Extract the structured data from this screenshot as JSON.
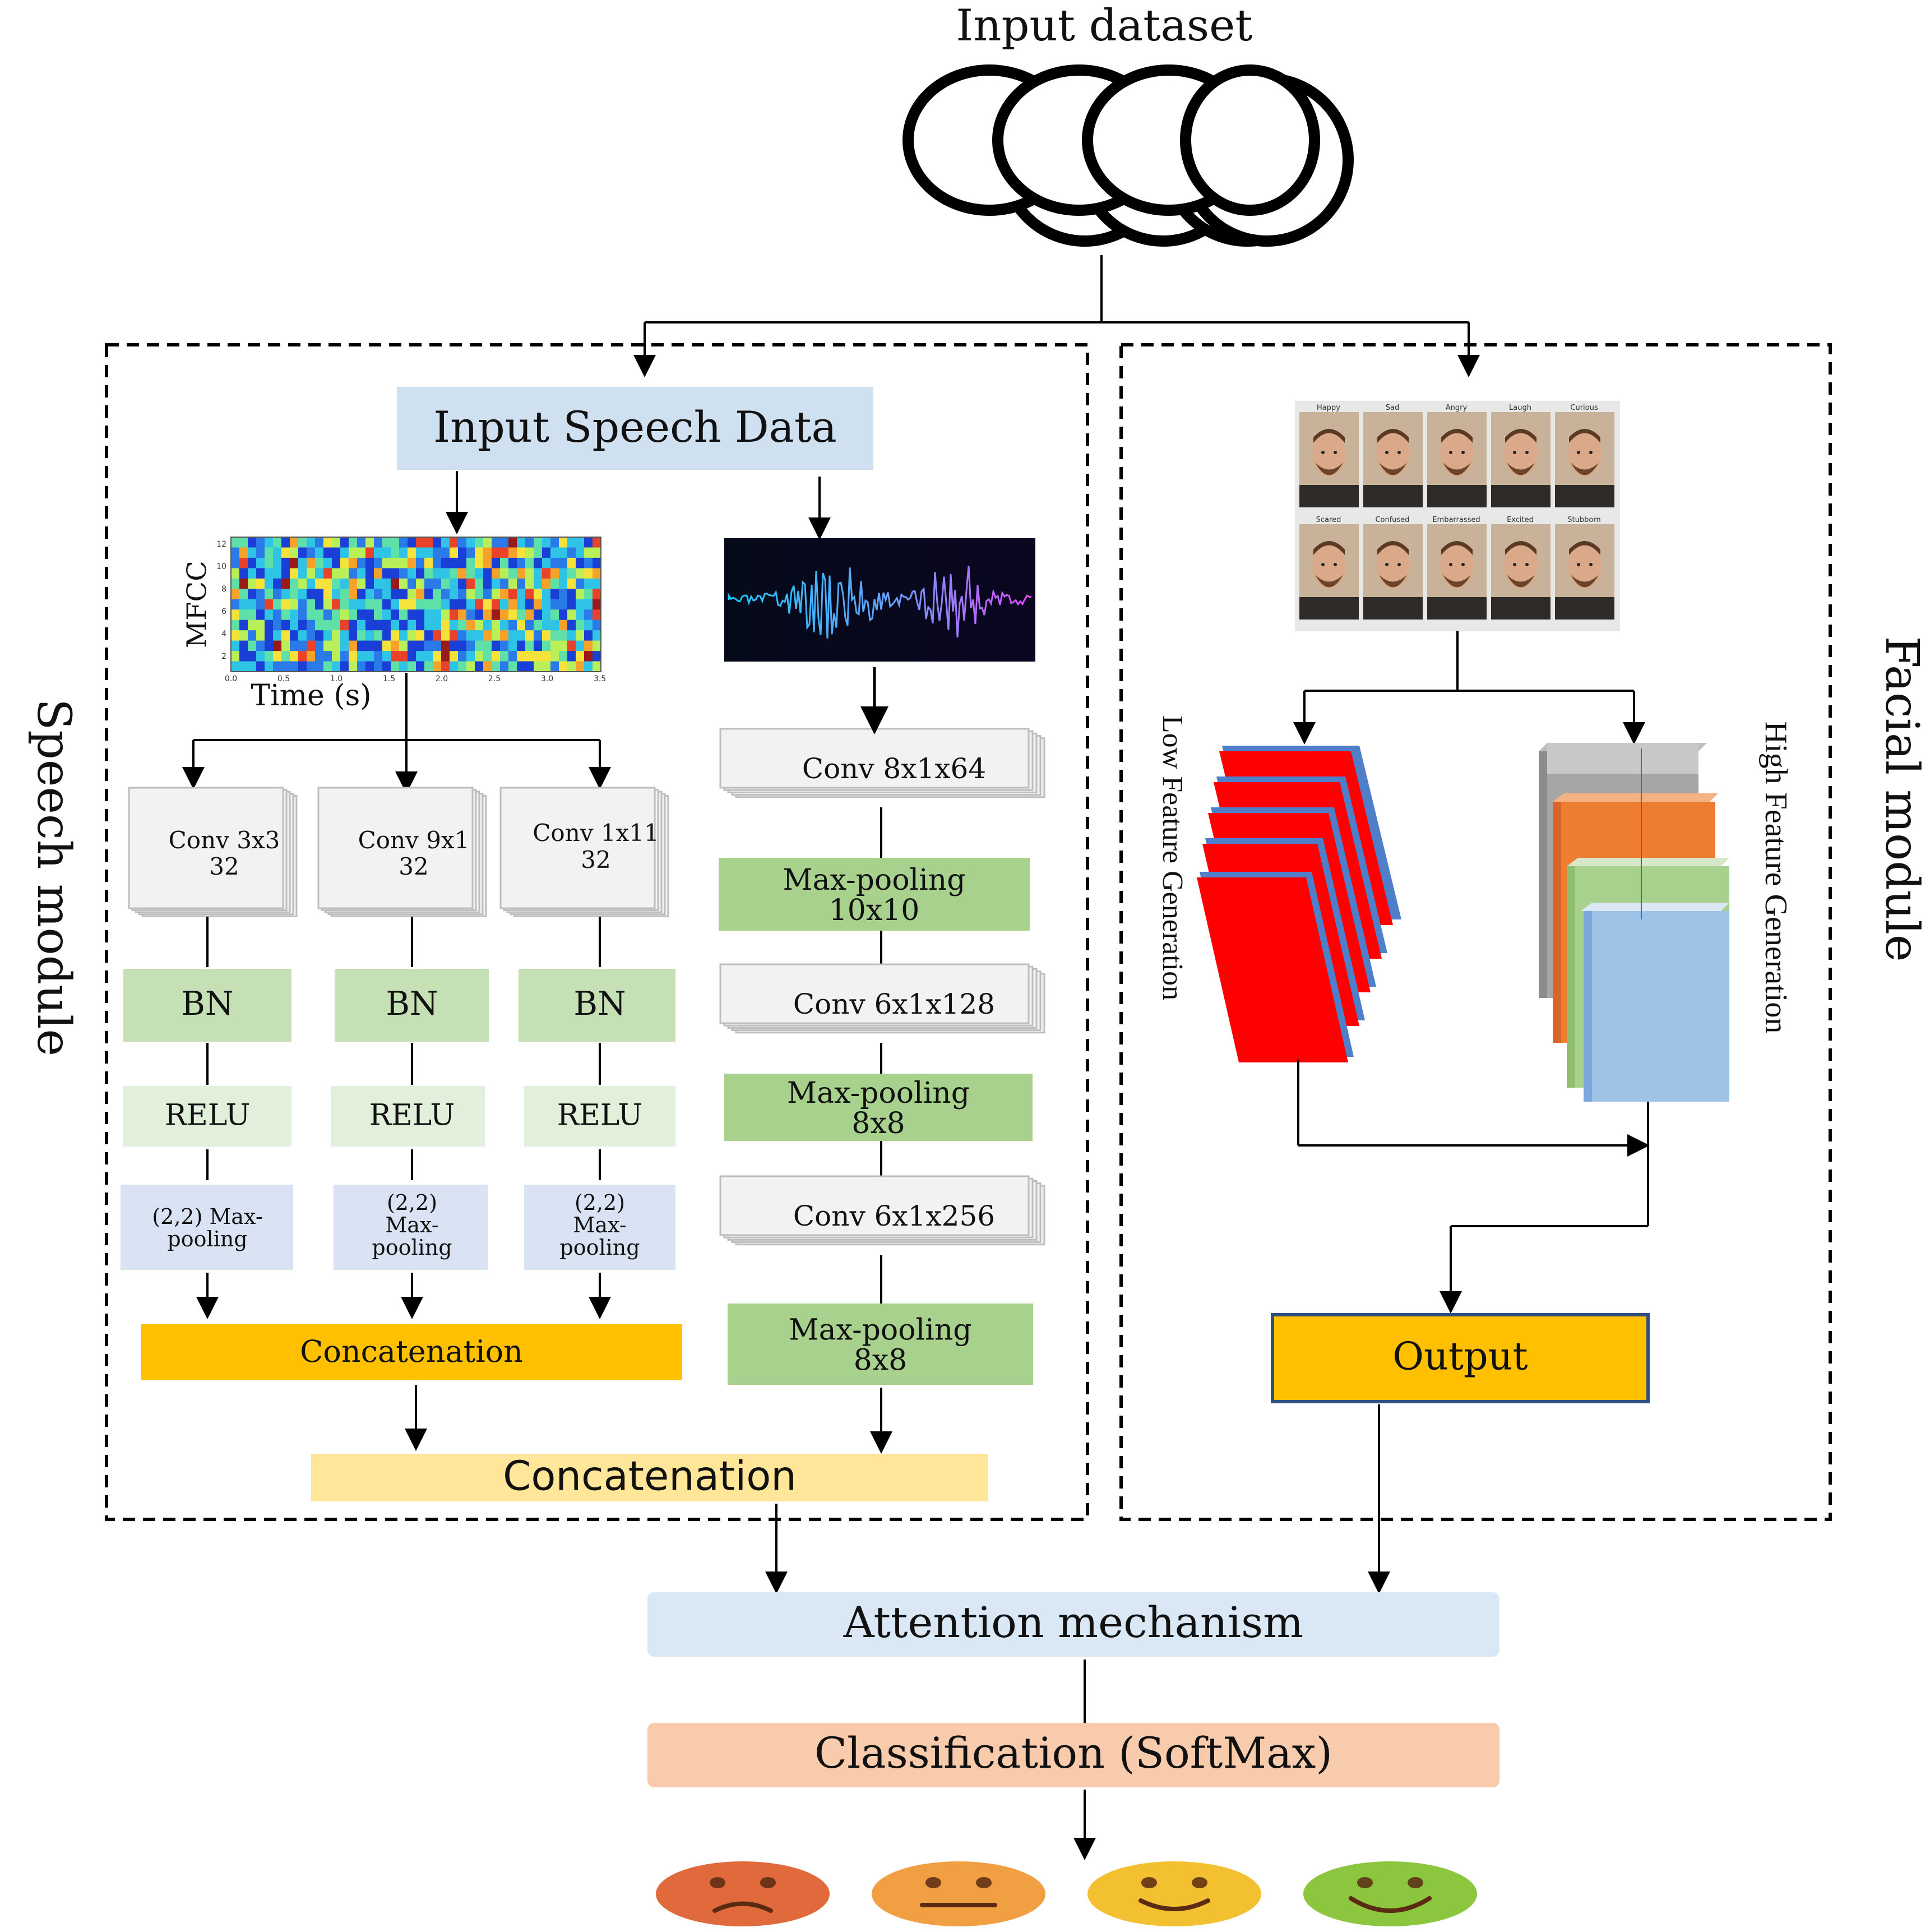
{
  "title": "Input dataset",
  "speech_module": {
    "label": "Speech module",
    "input": "Input Speech Data",
    "mfcc": {
      "ylabel": "MFCC",
      "xlabel": "Time (s)",
      "yticks": [
        "12",
        "10",
        "8",
        "6",
        "4",
        "2"
      ],
      "xticks": [
        "0.0",
        "0.5",
        "1.0",
        "1.5",
        "2.0",
        "2.5",
        "3.0",
        "3.5"
      ]
    },
    "branches": [
      {
        "conv_line1": "Conv 3x3",
        "conv_line2": "32",
        "bn": "BN",
        "relu": "RELU",
        "pool_line1": "(2,2) Max-",
        "pool_line2": "pooling",
        "pool_line3": ""
      },
      {
        "conv_line1": "Conv 9x1",
        "conv_line2": "32",
        "bn": "BN",
        "relu": "RELU",
        "pool_line1": "(2,2)",
        "pool_line2": "Max-",
        "pool_line3": "pooling"
      },
      {
        "conv_line1": "Conv 1x11",
        "conv_line2": "32",
        "bn": "BN",
        "relu": "RELU",
        "pool_line1": "(2,2)",
        "pool_line2": "Max-",
        "pool_line3": "pooling"
      }
    ],
    "concat_small": "Concatenation",
    "right_column": [
      {
        "conv": "Conv 8x1x64",
        "pool_line1": "Max-pooling",
        "pool_line2": "10x10"
      },
      {
        "conv": "Conv 6x1x128",
        "pool_line1": "Max-pooling",
        "pool_line2": "8x8"
      },
      {
        "conv": "Conv 6x1x256",
        "pool_line1": "Max-pooling",
        "pool_line2": "8x8"
      }
    ],
    "concat_main": "Concatenation"
  },
  "facial_module": {
    "label": "Facial module",
    "face_labels_top": [
      "Happy",
      "Sad",
      "Angry",
      "Laugh",
      "Curious"
    ],
    "face_labels_bottom": [
      "Scared",
      "Confused",
      "Embarrassed",
      "Excited",
      "Stubborn"
    ],
    "low_feature": "Low Feature Generation",
    "high_feature": "High Feature Generation",
    "output": "Output"
  },
  "attention": "Attention mechanism",
  "classification": "Classification (SoftMax)",
  "colors": {
    "light_blue": "#cfe0f1",
    "green_dark": "#a9d18e",
    "green_mid": "#c5e0b4",
    "green_light": "#e2efda",
    "pool_blue": "#dae3f3",
    "orange": "#ffc000",
    "yellow_light": "#ffe699",
    "attention": "#dae8f5",
    "classification": "#f8cbad"
  },
  "emojis": [
    {
      "name": "sad",
      "color": "#e06a3c"
    },
    {
      "name": "neutral",
      "color": "#f0a043"
    },
    {
      "name": "happy",
      "color": "#f3c032"
    },
    {
      "name": "very-happy",
      "color": "#8cc63f"
    }
  ]
}
